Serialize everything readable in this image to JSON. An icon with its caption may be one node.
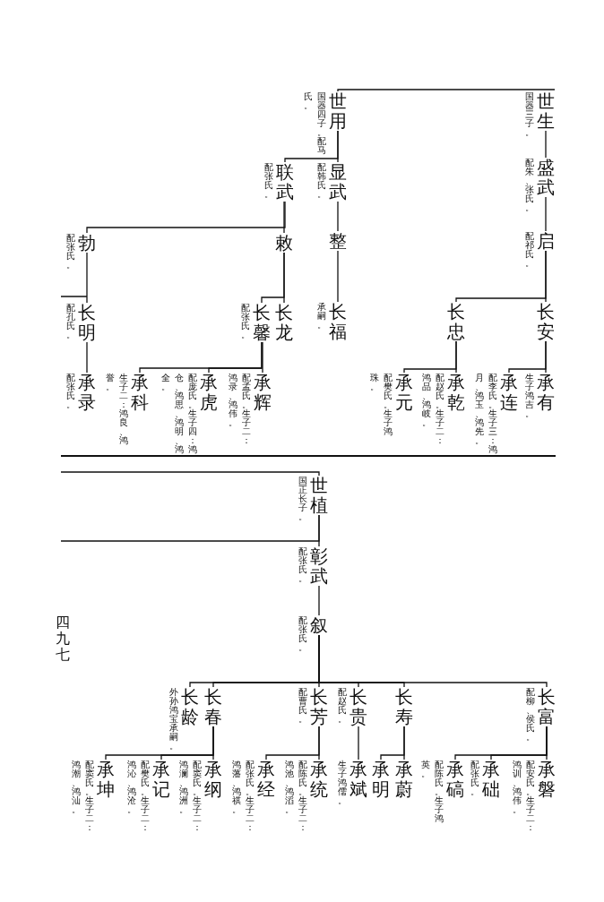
{
  "diagram": {
    "nodes": [
      {
        "text": [
          "世生"
        ],
        "beside": [
          "国器三子。"
        ]
      },
      {
        "text": [
          "盛武"
        ],
        "beside": [
          "配朱、张氏。"
        ]
      },
      {
        "text": [
          "启"
        ],
        "beside": [
          "配祁氏。"
        ]
      },
      {
        "text": [
          "长安"
        ]
      },
      {
        "text": [
          "长忠"
        ]
      },
      {
        "text": [
          "承有"
        ],
        "beside": [
          "生子鸿吉。"
        ]
      },
      {
        "text": [
          "承连"
        ],
        "beside": [
          "配李氏。生子三：鸿月、鸿玉、鸿先。"
        ]
      },
      {
        "text": [
          "承乾"
        ],
        "beside": [
          "配赵氏。生子二：鸿品、鸿岐。"
        ]
      },
      {
        "text": [
          "承元"
        ],
        "beside": [
          "配樊氏。生子鸿珠。"
        ]
      },
      {
        "text": [
          "世用"
        ],
        "beside": [
          "国器四子。配马氏。"
        ]
      },
      {
        "text": [
          "显武"
        ],
        "beside": [
          "配韩氏。"
        ]
      },
      {
        "text": [
          "联武"
        ],
        "beside": [
          "配张氏。"
        ]
      },
      {
        "text": [
          "整"
        ]
      },
      {
        "text": [
          "敕"
        ]
      },
      {
        "text": [
          "勃"
        ],
        "beside": [
          "配张氏。"
        ]
      },
      {
        "text": [
          "长福"
        ],
        "beside": [
          "承嗣。"
        ]
      },
      {
        "text": [
          "长龙"
        ]
      },
      {
        "text": [
          "长馨"
        ],
        "beside": [
          "配张氏。"
        ]
      },
      {
        "text": [
          "长明"
        ],
        "beside": [
          "配孔氏。"
        ]
      },
      {
        "text": [
          "承辉"
        ],
        "beside": [
          "配孟氏。生子二：鸿录、鸿伟。"
        ]
      },
      {
        "text": [
          "承虎"
        ],
        "beside": [
          "配庞氏。生子四：鸿仓、鸿思、鸿明、鸿全。"
        ]
      },
      {
        "text": [
          "承科"
        ],
        "beside": [
          "生子二：鸿良、鸿誉。"
        ]
      },
      {
        "text": [
          "承录"
        ],
        "beside": [
          "配张氏。"
        ]
      },
      {
        "text": [
          "世植"
        ],
        "beside": [
          "国正长子。"
        ]
      },
      {
        "text": [
          "彰武"
        ],
        "beside": [
          "配张氏。"
        ]
      },
      {
        "text": [
          "叙"
        ],
        "beside": [
          "配张氏。"
        ]
      },
      {
        "text": [
          "长富"
        ],
        "beside": [
          "配柳、侯氏。"
        ]
      },
      {
        "text": [
          "长寿"
        ]
      },
      {
        "text": [
          "长贵"
        ],
        "beside": [
          "配赵氏。"
        ]
      },
      {
        "text": [
          "长芳"
        ],
        "beside": [
          "配曹氏。"
        ]
      },
      {
        "text": [
          "长春"
        ]
      },
      {
        "text": [
          "长龄"
        ],
        "beside": [
          "外孙鸿宝承嗣。"
        ]
      },
      {
        "text": [
          "承磐"
        ],
        "beside": [
          "配安氏。生子二：鸿训、鸿伟。"
        ]
      },
      {
        "text": [
          "承础"
        ],
        "beside": [
          "配张氏。"
        ]
      },
      {
        "text": [
          "承碻"
        ],
        "beside": [
          "配陈氏。生子鸿英。"
        ]
      },
      {
        "text": [
          "承蔚"
        ]
      },
      {
        "text": [
          "承明"
        ]
      },
      {
        "text": [
          "承斌"
        ],
        "beside": [
          "生子鸿儒。"
        ]
      },
      {
        "text": [
          "承统"
        ],
        "beside": [
          "配陈氏。生子二：鸿池、鸿滔。"
        ]
      },
      {
        "text": [
          "承经"
        ],
        "beside": [
          "配张氏。生子二：鸿藩、鸿祺。"
        ]
      },
      {
        "text": [
          "承纲"
        ],
        "beside": [
          "配窦氏。生子二：鸿澜、鸿洲。"
        ]
      },
      {
        "text": [
          "承记"
        ],
        "beside": [
          "配樊氏。生子二：鸿沁、鸿沧。"
        ]
      },
      {
        "text": [
          "承坤"
        ],
        "beside": [
          "配窦氏。生子二：鸿潮、鸿汕。"
        ]
      }
    ],
    "edges": [
      {
        "from": 0,
        "to": 9,
        "arrow": "none"
      },
      {
        "from": 0,
        "to": 1,
        "arrow": "none"
      },
      {
        "from": 1,
        "to": 2,
        "arrow": "none"
      },
      {
        "from": 2,
        "to": 3,
        "arrow": "none"
      },
      {
        "from": 2,
        "to": 4,
        "arrow": "none"
      },
      {
        "from": 3,
        "to": 5,
        "arrow": "none"
      },
      {
        "from": 3,
        "to": 6,
        "arrow": "none"
      },
      {
        "from": 4,
        "to": 7,
        "arrow": "none"
      },
      {
        "from": 4,
        "to": 8,
        "arrow": "none"
      },
      {
        "from": 9,
        "to": 10,
        "arrow": "none"
      },
      {
        "from": 9,
        "to": 11,
        "arrow": "none"
      },
      {
        "from": 10,
        "to": 12,
        "arrow": "none"
      },
      {
        "from": 12,
        "to": 15,
        "arrow": "none"
      },
      {
        "from": 11,
        "to": 13,
        "arrow": "none"
      },
      {
        "from": 11,
        "to": 14,
        "arrow": "none"
      },
      {
        "from": 13,
        "to": 16,
        "arrow": "none"
      },
      {
        "from": 13,
        "to": 17,
        "arrow": "none"
      },
      {
        "from": 17,
        "to": 19,
        "arrow": "none"
      },
      {
        "from": 17,
        "to": 20,
        "arrow": "none"
      },
      {
        "from": 17,
        "to": 21,
        "arrow": "none"
      },
      {
        "from": 14,
        "to": 18,
        "arrow": "none"
      },
      {
        "from": 18,
        "to": 22,
        "arrow": "none"
      },
      {
        "from": null,
        "to": 23,
        "arrow": "none"
      },
      {
        "from": 23,
        "to": null,
        "arrow": "none"
      },
      {
        "from": 23,
        "to": 24,
        "arrow": "none"
      },
      {
        "from": 24,
        "to": 25,
        "arrow": "none"
      },
      {
        "from": 25,
        "to": 26,
        "arrow": "none"
      },
      {
        "from": 25,
        "to": 27,
        "arrow": "none"
      },
      {
        "from": 25,
        "to": 28,
        "arrow": "none"
      },
      {
        "from": 25,
        "to": 29,
        "arrow": "none"
      },
      {
        "from": 25,
        "to": 30,
        "arrow": "none"
      },
      {
        "from": 25,
        "to": 31,
        "arrow": "none"
      },
      {
        "from": 26,
        "to": 32,
        "arrow": "none"
      },
      {
        "from": 26,
        "to": 33,
        "arrow": "none"
      },
      {
        "from": 26,
        "to": 34,
        "arrow": "none"
      },
      {
        "from": 27,
        "to": 35,
        "arrow": "none"
      },
      {
        "from": 27,
        "to": 36,
        "arrow": "none"
      },
      {
        "from": 28,
        "to": 37,
        "arrow": "none"
      },
      {
        "from": 29,
        "to": 38,
        "arrow": "none"
      },
      {
        "from": 29,
        "to": 39,
        "arrow": "none"
      },
      {
        "from": 30,
        "to": 40,
        "arrow": "none"
      },
      {
        "from": 30,
        "to": 41,
        "arrow": "none"
      },
      {
        "from": 30,
        "to": 42,
        "arrow": "none"
      }
    ],
    "labels": [
      "四九七"
    ]
  }
}
